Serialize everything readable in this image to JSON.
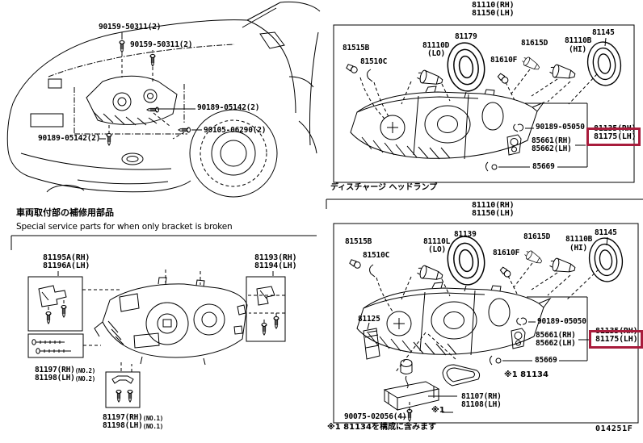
{
  "meta": {
    "figure_code": "014251F",
    "highlight_color": "#a81c3c"
  },
  "vehicle_section": {
    "fasteners": {
      "bolt_top_1": "90159-50311(2)",
      "bolt_top_2": "90159-50311(2)",
      "bolt_side_upper": "90189-05142(2)",
      "bolt_side_lower": "90105-06290(2)",
      "bolt_front_lower": "90189-05142(2)"
    }
  },
  "headlamp_section": {
    "title_rh": "81110(RH)",
    "title_lh": "81150(LH)",
    "parts": {
      "p81515b": "81515B",
      "p81510c": "81510C",
      "p81110d": "81110D",
      "p81110d_beam": "(LO)",
      "p81179": "81179",
      "p81610f": "81610F",
      "p81615d": "81615D",
      "p81110b": "81110B",
      "p81110b_beam": "(HI)",
      "p81145": "81145",
      "p90189_05050": "90189-05050",
      "p81135_rh": "81135(RH)",
      "p81175_lh": "81175(LH)",
      "p85661_rh": "85661(RH)",
      "p85662_lh": "85662(LH)",
      "p85669": "85669"
    }
  },
  "discharge_section": {
    "header": "ディスチャージ ヘッドランプ",
    "title_rh": "81110(RH)",
    "title_lh": "81150(LH)",
    "parts": {
      "p81515b": "81515B",
      "p81510c": "81510C",
      "p81110l": "81110L",
      "p81110l_beam": "(LO)",
      "p81139": "81139",
      "p81610f": "81610F",
      "p81615d": "81615D",
      "p81110b": "81110B",
      "p81110b_beam": "(HI)",
      "p81145": "81145",
      "p81125": "81125",
      "p90189_05050": "90189-05050",
      "p81135_rh": "81135(RH)",
      "p81175_lh": "81175(LH)",
      "p85661_rh": "85661(RH)",
      "p85662_lh": "85662(LH)",
      "p85669": "85669",
      "p81134_ref": "※1 81134",
      "p81107_rh": "81107(RH)",
      "p81108_lh": "81108(LH)",
      "ref_mark": "※1",
      "p90075_02056": "90075-02056(4)"
    },
    "footnote": "※1 81134を構成に含みます"
  },
  "bracket_section": {
    "header_jp": "車両取付部の補修用部品",
    "header_en": "Special service parts for when only bracket is broken",
    "parts": {
      "p81195a_rh": "81195A(RH)",
      "p81196a_lh": "81196A(LH)",
      "p81193_rh": "81193(RH)",
      "p81194_lh": "81194(LH)",
      "p81197_rh": "81197(RH)",
      "p81198_lh": "81198(LH)",
      "no1": "(NO.1)",
      "no2": "(NO.2)"
    }
  }
}
